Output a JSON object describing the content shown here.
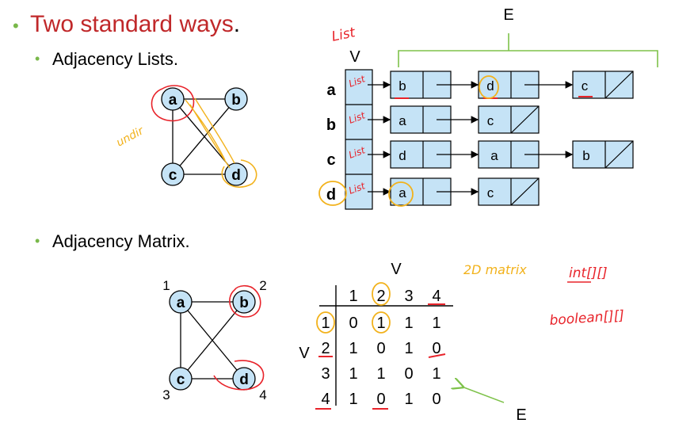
{
  "heading": {
    "text": "Two standard ways",
    "punct": "."
  },
  "section_lists": {
    "label": "Adjacency Lists."
  },
  "section_matrix": {
    "label": "Adjacency Matrix."
  },
  "graph_top": {
    "nodes": [
      "a",
      "b",
      "c",
      "d"
    ],
    "edges": [
      [
        "a",
        "b"
      ],
      [
        "a",
        "c"
      ],
      [
        "a",
        "d"
      ],
      [
        "b",
        "c"
      ],
      [
        "c",
        "d"
      ]
    ]
  },
  "graph_bottom": {
    "nodes": [
      "a",
      "b",
      "c",
      "d"
    ],
    "numbers": [
      "1",
      "2",
      "3",
      "4"
    ]
  },
  "list_diagram": {
    "v_label": "V",
    "e_label": "E",
    "rows": [
      {
        "vertex": "a",
        "neighbors": [
          "b",
          "d",
          "c"
        ]
      },
      {
        "vertex": "b",
        "neighbors": [
          "a",
          "c"
        ]
      },
      {
        "vertex": "c",
        "neighbors": [
          "d",
          "a",
          "b"
        ]
      },
      {
        "vertex": "d",
        "neighbors": [
          "a",
          "c"
        ]
      }
    ]
  },
  "matrix": {
    "v_top": "V",
    "v_side": "V",
    "e_label": "E",
    "col_headers": [
      "1",
      "2",
      "3",
      "4"
    ],
    "row_headers": [
      "1",
      "2",
      "3",
      "4"
    ],
    "cells": [
      [
        "0",
        "1",
        "1",
        "1"
      ],
      [
        "1",
        "0",
        "1",
        "0"
      ],
      [
        "1",
        "1",
        "0",
        "1"
      ],
      [
        "1",
        "0",
        "1",
        "0"
      ]
    ]
  },
  "annotations": {
    "list_top": "List",
    "list_row": "List",
    "undir": "undir",
    "matrix_2d": "2D matrix",
    "int_type": "int[][]",
    "bool_type": "boolean[][]"
  },
  "colors": {
    "heading_red": "#c0282a",
    "bullet_green": "#79b84a",
    "node_fill": "#c5e3f6",
    "box_fill": "#c5e3f6",
    "ink_red": "#e8232a",
    "ink_orange": "#f2b21c",
    "bracket_green": "#7ec24a"
  }
}
